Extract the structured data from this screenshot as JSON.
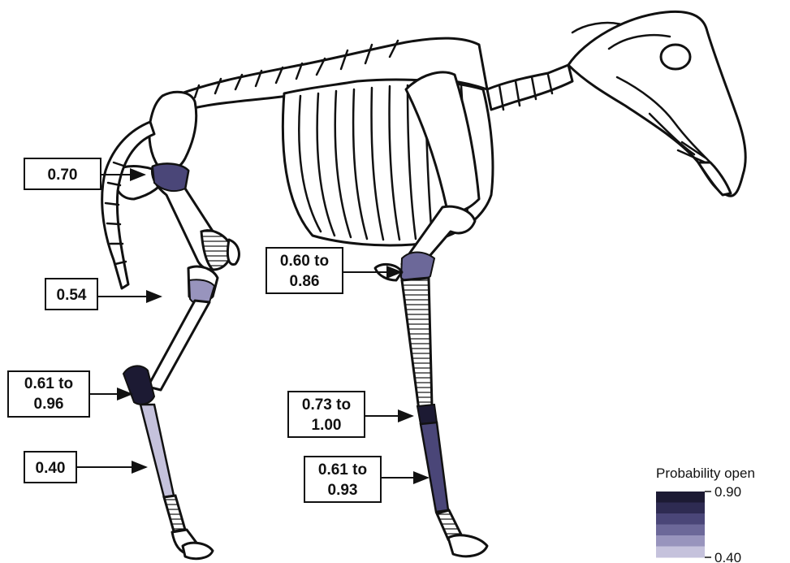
{
  "labels": {
    "hindlimb_hip": "0.70",
    "hindlimb_stifle": "0.54",
    "hindlimb_hock_line1": "0.61 to",
    "hindlimb_hock_line2": "0.96",
    "hindlimb_cannon": "0.40",
    "forelimb_elbow_line1": "0.60 to",
    "forelimb_elbow_line2": "0.86",
    "forelimb_carpus_line1": "0.73 to",
    "forelimb_carpus_line2": "1.00",
    "forelimb_cannon_line1": "0.61 to",
    "forelimb_cannon_line2": "0.93"
  },
  "legend": {
    "title": "Probability open",
    "max_label": "0.90",
    "min_label": "0.40",
    "colors": [
      "#1c1a33",
      "#2e2b52",
      "#4a4678",
      "#6c6899",
      "#9894bd",
      "#c5c2dc"
    ]
  },
  "colors": {
    "outline": "#111111",
    "background": "#ffffff"
  }
}
